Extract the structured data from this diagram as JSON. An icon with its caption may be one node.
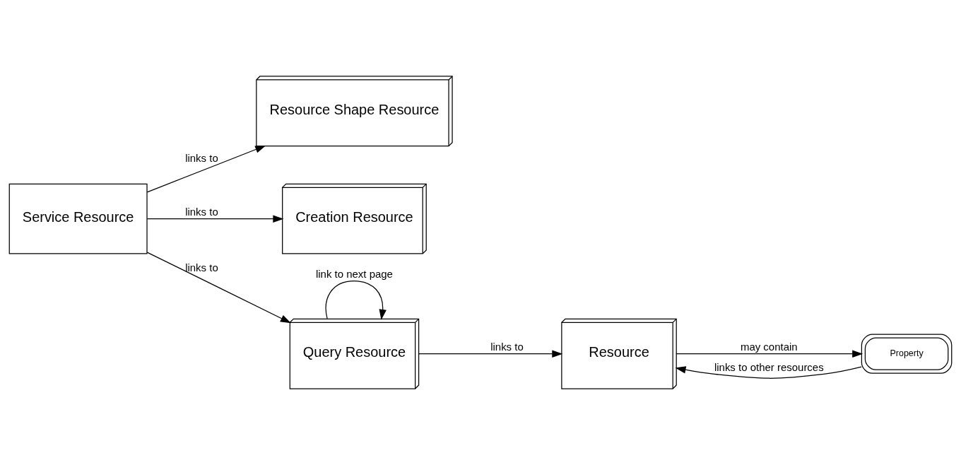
{
  "diagram": {
    "nodes": [
      {
        "text": [
          "Service Resource"
        ]
      },
      {
        "text": [
          "Resource Shape Resource"
        ]
      },
      {
        "text": [
          "Creation Resource"
        ]
      },
      {
        "text": [
          "Query Resource"
        ]
      },
      {
        "text": [
          "Resource"
        ]
      },
      {
        "text": [
          "Property"
        ]
      }
    ],
    "edges": [
      {
        "from": 0,
        "to": 1,
        "arrow": "to",
        "label": "links to"
      },
      {
        "from": 0,
        "to": 2,
        "arrow": "to",
        "label": "links to"
      },
      {
        "from": 0,
        "to": 3,
        "arrow": "to",
        "label": "links to"
      },
      {
        "from": 3,
        "to": 4,
        "arrow": "to",
        "label": "links to"
      },
      {
        "from": 3,
        "to": 3,
        "arrow": "to",
        "label": "link to next page"
      },
      {
        "from": 4,
        "to": 5,
        "arrow": "to",
        "label": "may contain"
      },
      {
        "from": 5,
        "to": 4,
        "arrow": "to",
        "label": "links to other resources"
      }
    ]
  }
}
